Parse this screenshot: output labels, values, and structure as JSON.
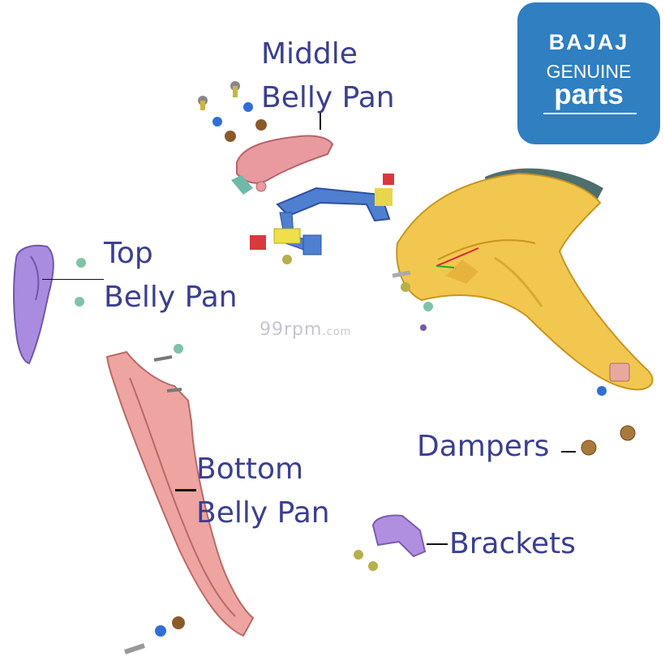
{
  "labels": {
    "middle": [
      "Middle",
      "Belly Pan"
    ],
    "top": [
      "Top",
      "Belly Pan"
    ],
    "bottom": [
      "Bottom",
      "Belly Pan"
    ],
    "dampers": "Dampers",
    "brackets": "Brackets"
  },
  "logo": {
    "brand": "BAJAJ",
    "line1": "GENUINE",
    "line2": "parts"
  },
  "watermark": {
    "main": "99rpm",
    "suffix": ".com"
  },
  "colors": {
    "label_text": "#3b3f8f",
    "logo_bg": "#2f7fc1",
    "top_pan": "#a98be0",
    "middle_pan": "#e89a9f",
    "bottom_pan": "#eea4a0",
    "fairing": "#f2c750",
    "windscreen": "#4f6e6e",
    "bracket": "#b08ee0",
    "frame": "#4f7fcf"
  }
}
